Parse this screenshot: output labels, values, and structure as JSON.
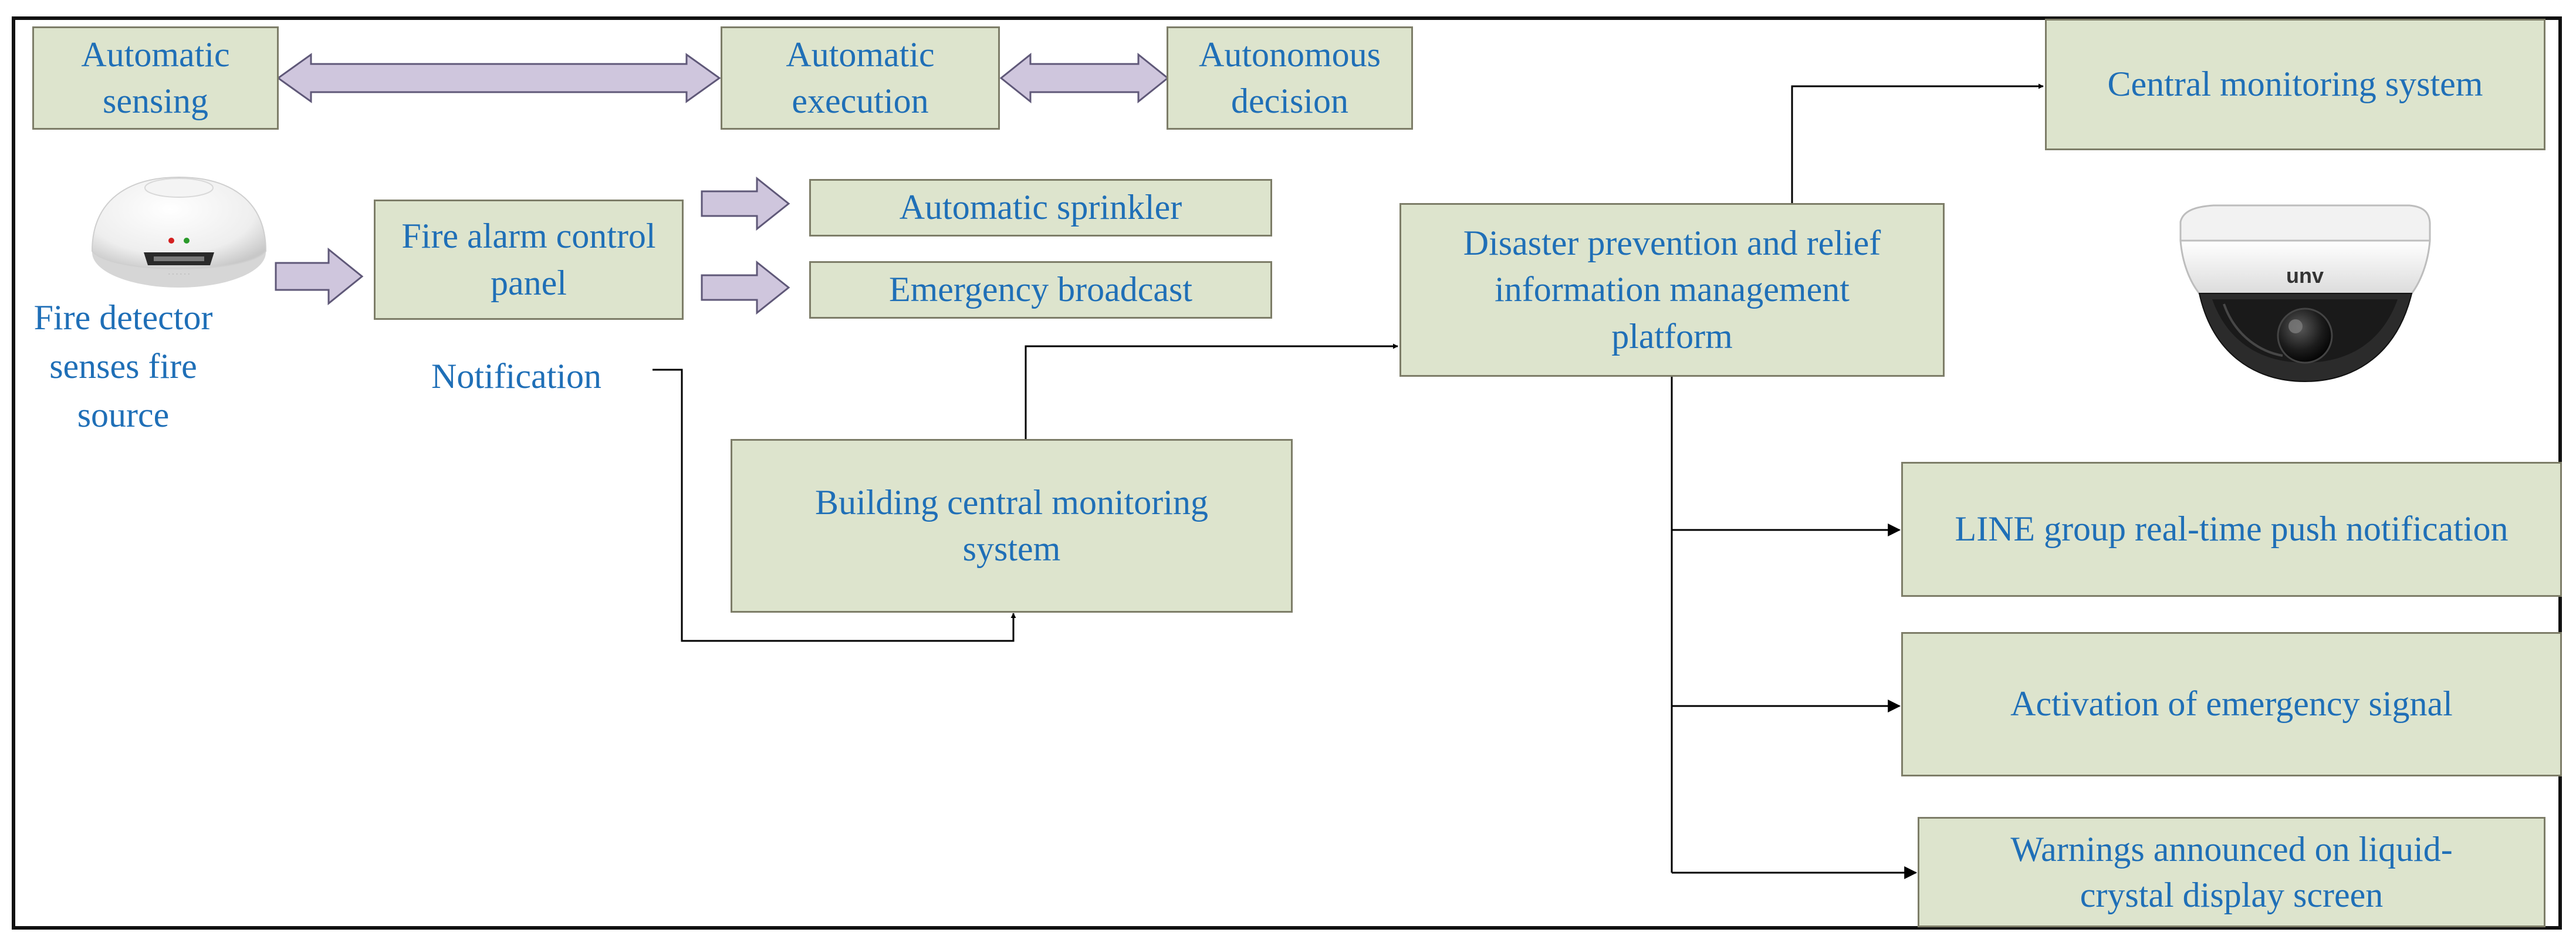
{
  "nodes": {
    "automatic_sensing": "Automatic\nsensing",
    "automatic_execution": "Automatic\nexecution",
    "autonomous_decision": "Autonomous\ndecision",
    "fire_detector": "Fire detector\nsenses fire\nsource",
    "fire_alarm_panel": "Fire alarm control\npanel",
    "notification": "Notification",
    "automatic_sprinkler": "Automatic sprinkler",
    "emergency_broadcast": "Emergency broadcast",
    "building_monitoring": "Building central monitoring\nsystem",
    "disaster_platform": "Disaster prevention and relief\ninformation management\nplatform",
    "central_monitoring": "Central monitoring system",
    "line_push": "LINE group real-time push notification",
    "emergency_signal": "Activation of emergency signal",
    "lcd_warning": "Warnings announced on liquid-\ncrystal display screen"
  },
  "camera_brand": "unv",
  "colors": {
    "box_fill": "#dde4cd",
    "box_border": "#7d7d68",
    "text": "#1f6fb7",
    "arrow_fill": "#cfc6dd",
    "arrow_stroke": "#5f5878",
    "line": "#000000"
  }
}
